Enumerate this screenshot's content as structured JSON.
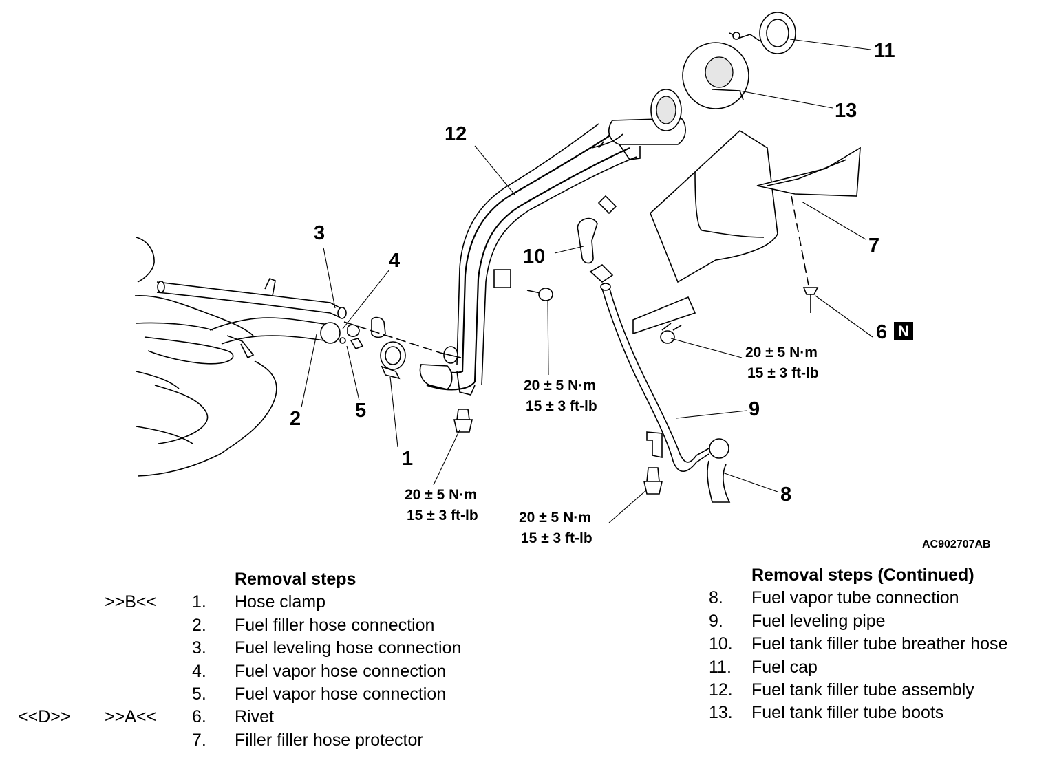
{
  "figure_id": "AC902707AB",
  "callouts": [
    "1",
    "2",
    "3",
    "4",
    "5",
    "6",
    "7",
    "8",
    "9",
    "10",
    "11",
    "12",
    "13"
  ],
  "badge_n": "N",
  "torque": {
    "line1": "20 ± 5 N·m",
    "line2": "15 ± 3 ft-lb"
  },
  "removal_left": {
    "title": "Removal steps",
    "steps": [
      {
        "marker_a": "",
        "marker_b": ">>B<<",
        "num": "1.",
        "label": "Hose clamp"
      },
      {
        "marker_a": "",
        "marker_b": "",
        "num": "2.",
        "label": "Fuel filler hose connection"
      },
      {
        "marker_a": "",
        "marker_b": "",
        "num": "3.",
        "label": "Fuel leveling hose connection"
      },
      {
        "marker_a": "",
        "marker_b": "",
        "num": "4.",
        "label": "Fuel vapor hose connection"
      },
      {
        "marker_a": "",
        "marker_b": "",
        "num": "5.",
        "label": "Fuel vapor hose connection"
      },
      {
        "marker_a": "<<D>>",
        "marker_b": ">>A<<",
        "num": "6.",
        "label": "Rivet"
      },
      {
        "marker_a": "",
        "marker_b": "",
        "num": "7.",
        "label": "Filler filler hose protector"
      }
    ]
  },
  "removal_right": {
    "title": "Removal steps (Continued)",
    "steps": [
      {
        "num": "8.",
        "label": "Fuel vapor tube connection"
      },
      {
        "num": "9.",
        "label": "Fuel leveling pipe"
      },
      {
        "num": "10.",
        "label": "Fuel tank filler tube breather hose"
      },
      {
        "num": "11.",
        "label": "Fuel cap"
      },
      {
        "num": "12.",
        "label": "Fuel tank filler tube assembly"
      },
      {
        "num": "13.",
        "label": "Fuel tank filler tube boots"
      }
    ]
  }
}
